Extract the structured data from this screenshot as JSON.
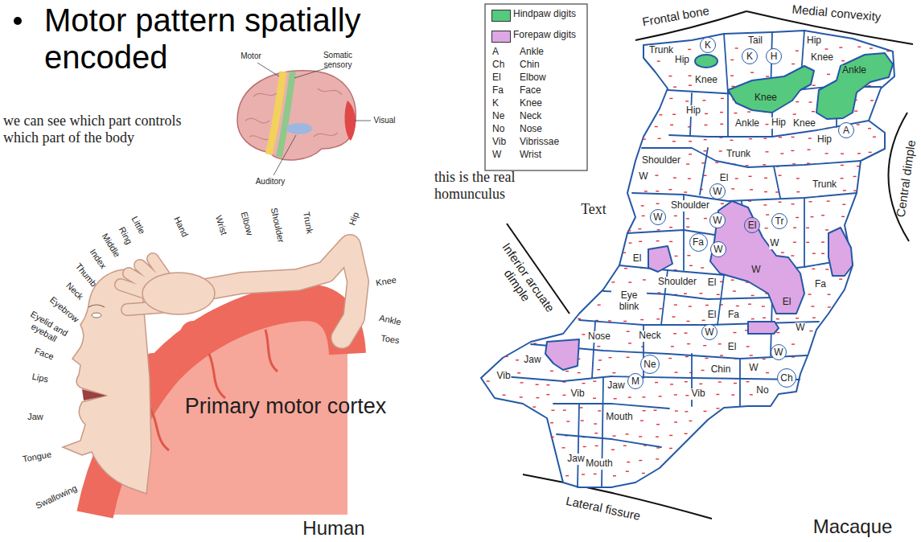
{
  "diagram": {
    "title": "Motor pattern spatially encoded",
    "nodes": [
      {
        "text": [
          "K"
        ]
      },
      {
        "text": [
          "K"
        ]
      },
      {
        "text": [
          "H"
        ]
      },
      {
        "text": [
          "A"
        ]
      },
      {
        "text": [
          "W"
        ]
      },
      {
        "text": [
          "W"
        ]
      },
      {
        "text": [
          "W"
        ]
      },
      {
        "text": [
          "El"
        ]
      },
      {
        "text": [
          "Tr"
        ]
      },
      {
        "text": [
          "Fa"
        ]
      },
      {
        "text": [
          "W"
        ]
      },
      {
        "text": [
          "W"
        ]
      },
      {
        "text": [
          "W"
        ]
      },
      {
        "text": [
          "Ne"
        ]
      },
      {
        "text": [
          "M"
        ]
      },
      {
        "text": [
          "Ch"
        ]
      }
    ],
    "labels": [
      "we can see which part controls which part of the body",
      "Motor",
      "Somatic sensory",
      "Visual",
      "Auditory",
      "Little",
      "Ring",
      "Middle",
      "Index",
      "Thumb",
      "Neck",
      "Eyebrow",
      "Eyelid and eyeball",
      "Face",
      "Lips",
      "Jaw",
      "Tongue",
      "Swallowing",
      "Hand",
      "Wrist",
      "Elbow",
      "Shoulder",
      "Trunk",
      "Hip",
      "Knee",
      "Ankle",
      "Toes",
      "Primary motor cortex",
      "Human",
      "this is the real homunculus",
      "Text",
      "A",
      "Ankle",
      "Ch",
      "Chin",
      "El",
      "Elbow",
      "Fa",
      "Face",
      "K",
      "Knee",
      "Ne",
      "Neck",
      "No",
      "Nose",
      "Vib",
      "Vibrissae",
      "W",
      "Wrist",
      "Frontal bone",
      "Medial convexity",
      "Central dimple",
      "Inferior arcuate dimple",
      "Lateral fissure",
      "Trunk",
      "Tail",
      "Hip",
      "Hip",
      "Knee",
      "Ankle",
      "Knee",
      "Hip",
      "Knee",
      "Ankle",
      "Hip",
      "Knee",
      "Hip",
      "Trunk",
      "Shoulder",
      "Trunk",
      "W",
      "El",
      "Shoulder",
      "El",
      "W",
      "Shoulder",
      "El",
      "W",
      "Eye blink",
      "El",
      "Fa",
      "El",
      "Fa",
      "W",
      "Nose",
      "Neck",
      "El",
      "Jaw",
      "Chin",
      "W",
      "Jaw",
      "Vib",
      "Vib",
      "Vib",
      "No",
      "Mouth",
      "Jaw",
      "Mouth",
      "Macaque"
    ],
    "legend": [
      {
        "text": "Hindpaw digits",
        "color": "#55c97d"
      },
      {
        "text": "Forepaw digits",
        "color": "#dda6e4"
      }
    ]
  }
}
